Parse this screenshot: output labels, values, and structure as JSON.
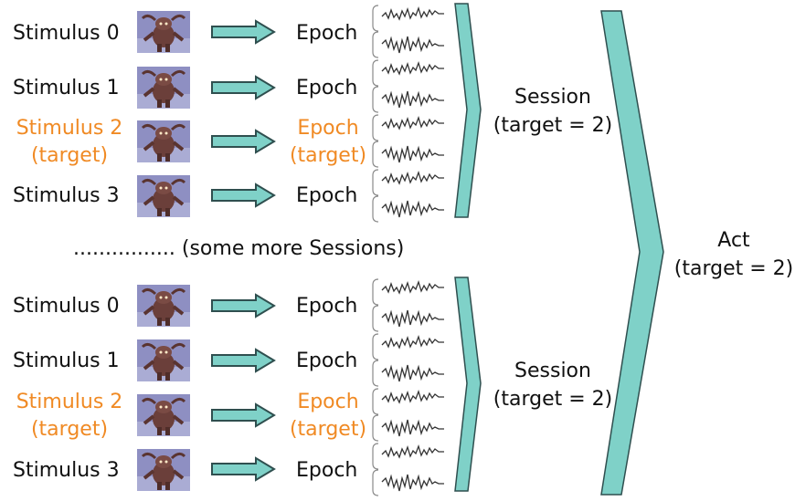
{
  "session_1": {
    "rows": [
      {
        "stimulus": "Stimulus 0",
        "epoch": "Epoch",
        "is_target": false
      },
      {
        "stimulus": "Stimulus 1",
        "epoch": "Epoch",
        "is_target": false
      },
      {
        "stimulus": "Stimulus 2",
        "stimulus_sub": "(target)",
        "epoch": "Epoch",
        "epoch_sub": "(target)",
        "is_target": true
      },
      {
        "stimulus": "Stimulus 3",
        "epoch": "Epoch",
        "is_target": false
      }
    ],
    "label": "Session",
    "sublabel": "(target = 2)"
  },
  "separator": "................ (some more Sessions)",
  "session_2": {
    "rows": [
      {
        "stimulus": "Stimulus 0",
        "epoch": "Epoch",
        "is_target": false
      },
      {
        "stimulus": "Stimulus 1",
        "epoch": "Epoch",
        "is_target": false
      },
      {
        "stimulus": "Stimulus 2",
        "stimulus_sub": "(target)",
        "epoch": "Epoch",
        "epoch_sub": "(target)",
        "is_target": true
      },
      {
        "stimulus": "Stimulus 3",
        "epoch": "Epoch",
        "is_target": false
      }
    ],
    "label": "Session",
    "sublabel": "(target = 2)"
  },
  "act": {
    "label": "Act",
    "sublabel": "(target = 2)"
  },
  "colors": {
    "target": "#f08a24",
    "text": "#111111",
    "arrow_fill": "#7fd1c8",
    "arrow_stroke": "#2f4f4f",
    "bracket": "#66c9bf",
    "thumbnail_bg": "#8e8fc2"
  },
  "icons": {
    "stimulus_image": "monster-thumbnail-icon",
    "arrow": "right-arrow-icon",
    "signal": "eeg-signal-icon"
  }
}
